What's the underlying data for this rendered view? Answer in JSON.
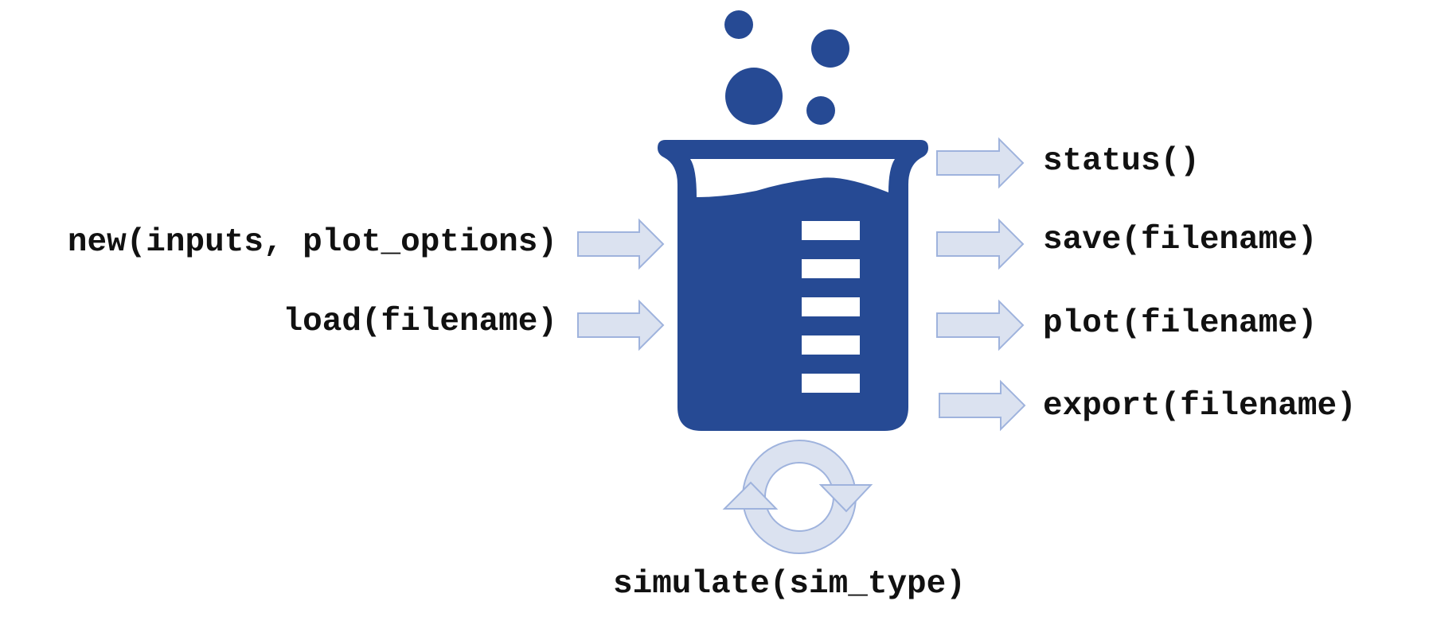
{
  "colors": {
    "beaker": "#264a94",
    "arrow_fill": "#dbe2f0",
    "arrow_stroke": "#9fb3dd",
    "text": "#111111",
    "background": "#ffffff"
  },
  "icons": {
    "central": "beaker-icon",
    "bubbles": "bubbles-icon",
    "cycle": "refresh-cycle-icon",
    "arrow": "right-arrow-icon"
  },
  "inputs": [
    {
      "label": "new(inputs, plot_options)"
    },
    {
      "label": "load(filename)"
    }
  ],
  "outputs": [
    {
      "label": "status()"
    },
    {
      "label": "save(filename)"
    },
    {
      "label": "plot(filename)"
    },
    {
      "label": "export(filename)"
    }
  ],
  "cycle": {
    "label": "simulate(sim_type)"
  }
}
